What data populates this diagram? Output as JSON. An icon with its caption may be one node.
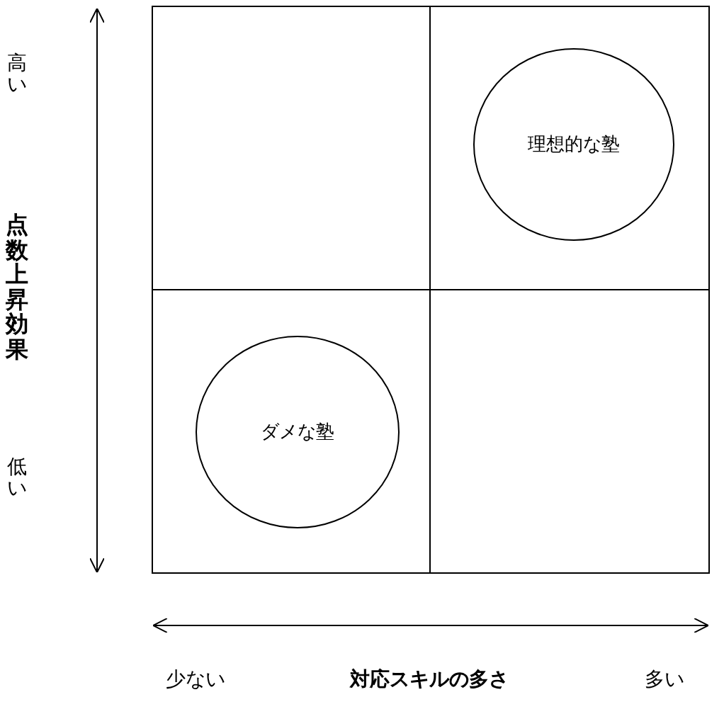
{
  "diagram": {
    "nodes": [
      {
        "text": [
          "理想的な塾"
        ]
      },
      {
        "text": [
          "ダメな塾"
        ]
      }
    ],
    "edges": [],
    "labels": [
      "高い",
      "点数上昇効果",
      "低い",
      "少ない",
      "対応スキルの多さ",
      "多い"
    ]
  }
}
